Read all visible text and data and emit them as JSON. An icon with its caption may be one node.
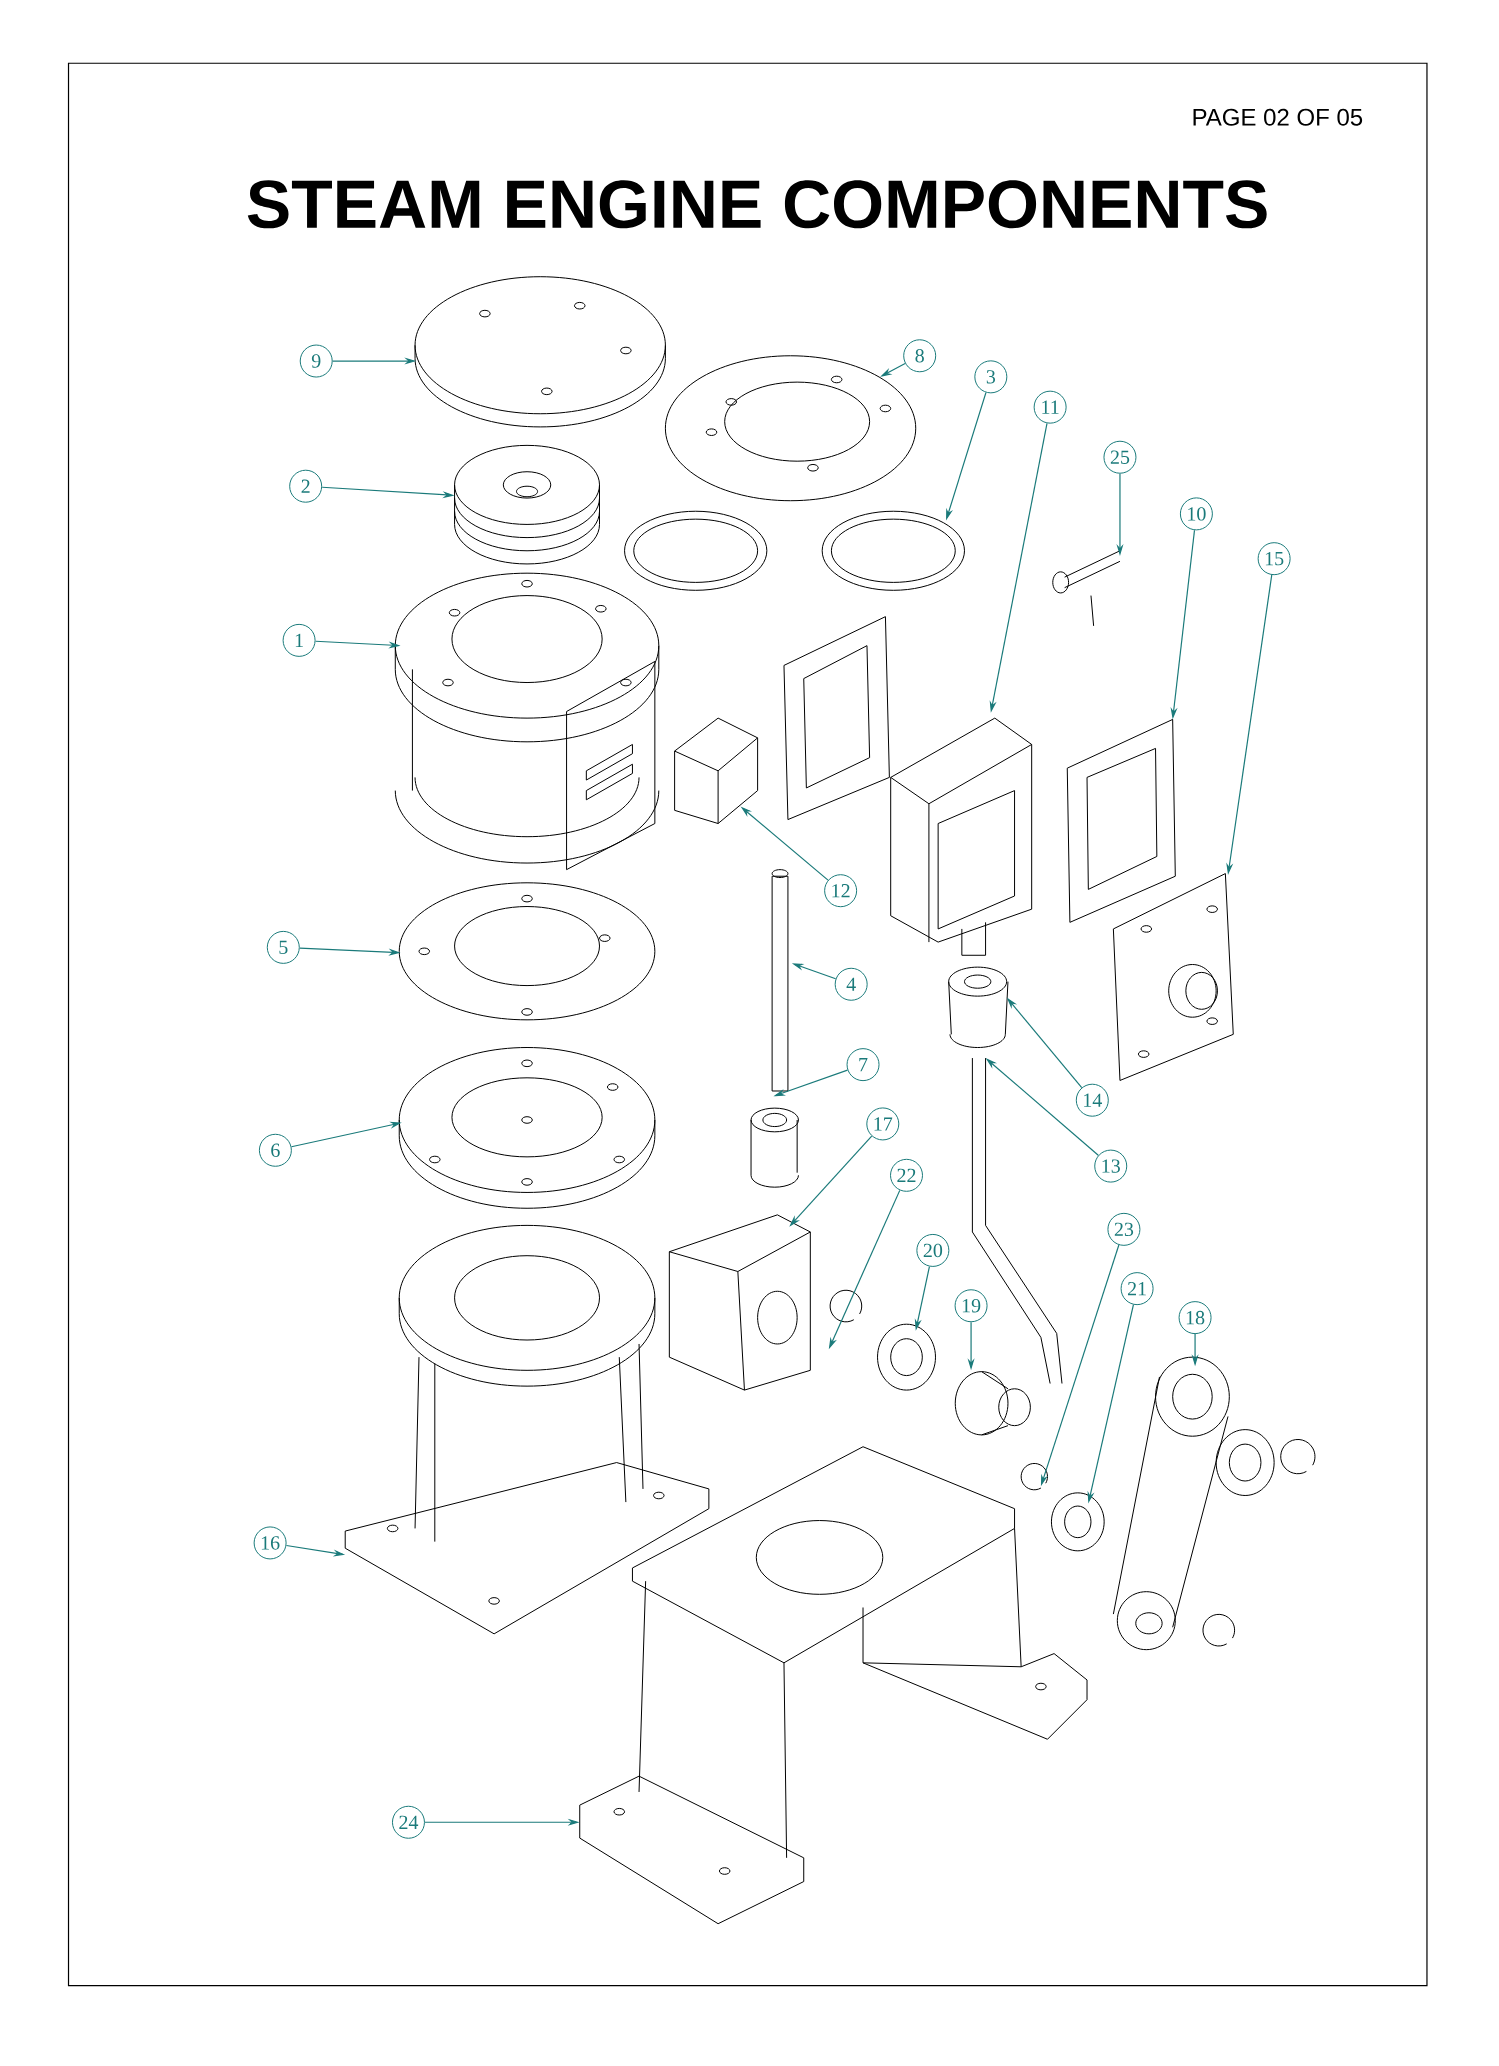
{
  "diagram": {
    "title": "STEAM ENGINE COMPONENTS",
    "nodes": [
      {
        "text": [
          "9"
        ]
      },
      {
        "text": [
          "8"
        ]
      },
      {
        "text": [
          "3"
        ]
      },
      {
        "text": [
          "11"
        ]
      },
      {
        "text": [
          "25"
        ]
      },
      {
        "text": [
          "2"
        ]
      },
      {
        "text": [
          "10"
        ]
      },
      {
        "text": [
          "15"
        ]
      },
      {
        "text": [
          "1"
        ]
      },
      {
        "text": [
          "12"
        ]
      },
      {
        "text": [
          "5"
        ]
      },
      {
        "text": [
          "4"
        ]
      },
      {
        "text": [
          "7"
        ]
      },
      {
        "text": [
          "14"
        ]
      },
      {
        "text": [
          "17"
        ]
      },
      {
        "text": [
          "13"
        ]
      },
      {
        "text": [
          "6"
        ]
      },
      {
        "text": [
          "22"
        ]
      },
      {
        "text": [
          "20"
        ]
      },
      {
        "text": [
          "23"
        ]
      },
      {
        "text": [
          "21"
        ]
      },
      {
        "text": [
          "19"
        ]
      },
      {
        "text": [
          "18"
        ]
      },
      {
        "text": [
          "16"
        ]
      },
      {
        "text": [
          "24"
        ]
      }
    ],
    "edges": [
      {
        "from": 0,
        "to": null,
        "arrow": "to"
      },
      {
        "from": 1,
        "to": null,
        "arrow": "to"
      },
      {
        "from": 2,
        "to": null,
        "arrow": "to"
      },
      {
        "from": 3,
        "to": null,
        "arrow": "to"
      },
      {
        "from": 4,
        "to": null,
        "arrow": "to"
      },
      {
        "from": 5,
        "to": null,
        "arrow": "to"
      },
      {
        "from": 6,
        "to": null,
        "arrow": "to"
      },
      {
        "from": 7,
        "to": null,
        "arrow": "to"
      },
      {
        "from": 8,
        "to": null,
        "arrow": "to"
      },
      {
        "from": 9,
        "to": null,
        "arrow": "to"
      },
      {
        "from": 10,
        "to": null,
        "arrow": "to"
      },
      {
        "from": 11,
        "to": null,
        "arrow": "to"
      },
      {
        "from": 12,
        "to": null,
        "arrow": "to"
      },
      {
        "from": 13,
        "to": null,
        "arrow": "to"
      },
      {
        "from": 14,
        "to": null,
        "arrow": "to"
      },
      {
        "from": 15,
        "to": null,
        "arrow": "to"
      },
      {
        "from": 16,
        "to": null,
        "arrow": "to"
      },
      {
        "from": 17,
        "to": null,
        "arrow": "to"
      },
      {
        "from": 18,
        "to": null,
        "arrow": "to"
      },
      {
        "from": 19,
        "to": null,
        "arrow": "to"
      },
      {
        "from": 20,
        "to": null,
        "arrow": "to"
      },
      {
        "from": 21,
        "to": null,
        "arrow": "to"
      },
      {
        "from": 22,
        "to": null,
        "arrow": "to"
      },
      {
        "from": 23,
        "to": null,
        "arrow": "to"
      },
      {
        "from": 24,
        "to": null,
        "arrow": "to"
      }
    ],
    "labels": [
      "PAGE 02 OF 05"
    ]
  }
}
